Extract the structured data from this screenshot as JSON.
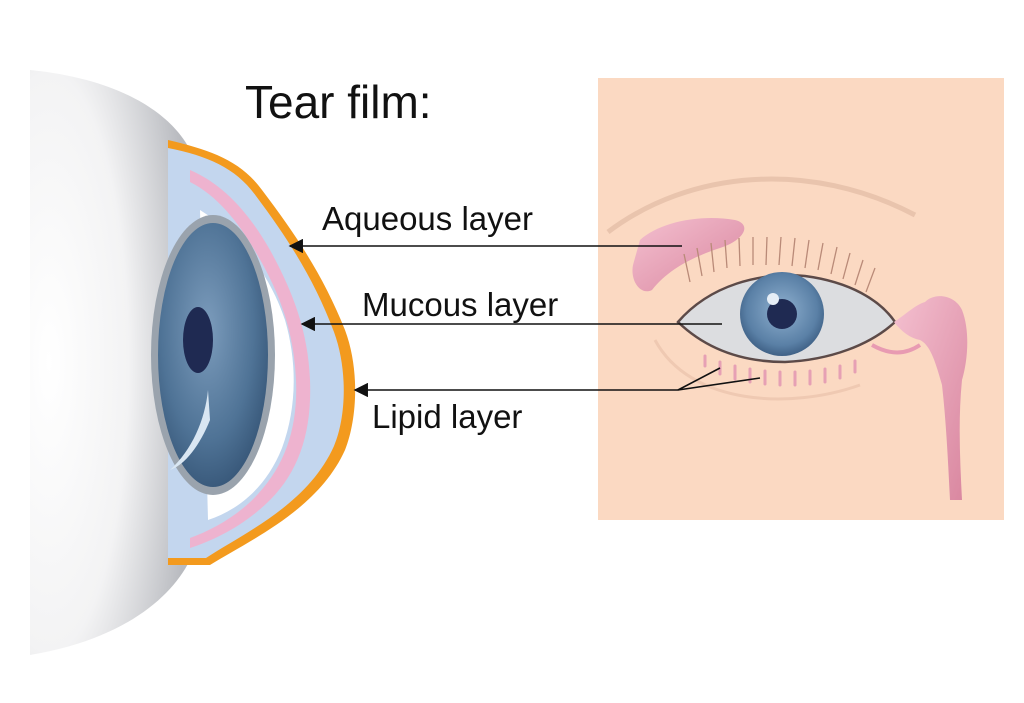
{
  "title": "Tear film:",
  "labels": {
    "aqueous": "Aqueous layer",
    "mucous": "Mucous layer",
    "lipid": "Lipid layer"
  },
  "colors": {
    "background": "#ffffff",
    "lipid_layer": "#f39a1e",
    "aqueous_layer": "#c3d6ee",
    "mucous_layer": "#eeb3cf",
    "iris": "#4f7396",
    "pupil": "#1f2a52",
    "skin_panel": "#fbd9c2",
    "gland": "#e89bb2",
    "arrow": "#111111"
  }
}
